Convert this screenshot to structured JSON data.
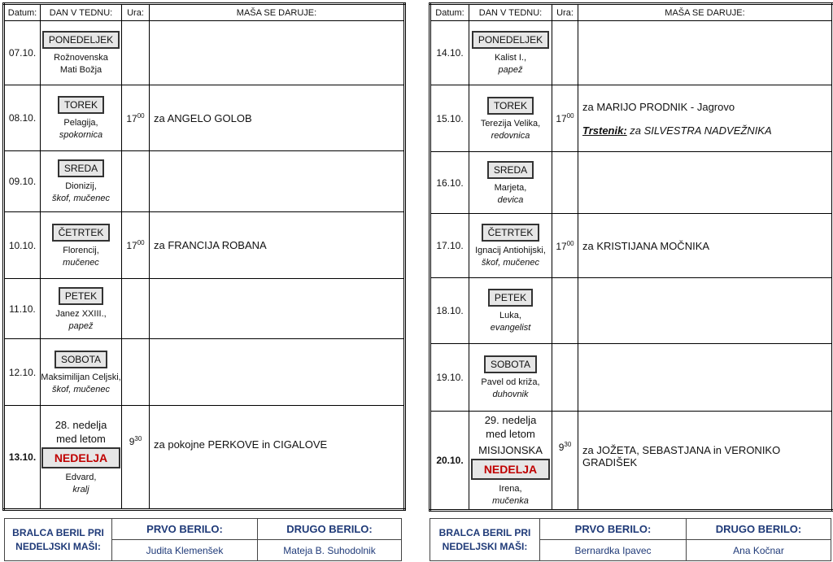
{
  "headers": {
    "date": "Datum:",
    "day": "DAN V TEDNU:",
    "time": "Ura:",
    "mass": "MAŠA SE DARUJE:"
  },
  "weeks": [
    {
      "rows": [
        {
          "date": "07.10.",
          "day": "PONEDELJEK",
          "saint": "Rožnovenska",
          "saint2": "Mati Božja",
          "saint2_italic": false,
          "time_h": "",
          "time_m": "",
          "mass": ""
        },
        {
          "date": "08.10.",
          "day": "TOREK",
          "saint": "Pelagija,",
          "saint2": "spokornica",
          "saint2_italic": true,
          "time_h": "17",
          "time_m": "00",
          "mass": "za ANGELO GOLOB"
        },
        {
          "date": "09.10.",
          "day": "SREDA",
          "saint": "Dionizij,",
          "saint2": "škof, mučenec",
          "saint2_italic": true,
          "time_h": "",
          "time_m": "",
          "mass": ""
        },
        {
          "date": "10.10.",
          "day": "ČETRTEK",
          "saint": "Florencij,",
          "saint2": "mučenec",
          "saint2_italic": true,
          "time_h": "17",
          "time_m": "00",
          "mass": "za FRANCIJA ROBANA"
        },
        {
          "date": "11.10.",
          "day": "PETEK",
          "saint": "Janez XXIII.,",
          "saint2": "papež",
          "saint2_italic": true,
          "time_h": "",
          "time_m": "",
          "mass": ""
        },
        {
          "date": "12.10.",
          "day": "SOBOTA",
          "saint": "Maksimilijan Celjski,",
          "saint2": "škof, mučenec",
          "saint2_italic": true,
          "time_h": "",
          "time_m": "",
          "mass": ""
        },
        {
          "date": "13.10.",
          "sunday": true,
          "week_label": "28. nedelja",
          "week_label2": "med letom",
          "day": "NEDELJA",
          "saint": "Edvard,",
          "saint2": "kralj",
          "saint2_italic": true,
          "time_h": "9",
          "time_m": "30",
          "mass": "za pokojne PERKOVE in CIGALOVE"
        }
      ],
      "readers": {
        "label1": "BRALCA BERIL PRI",
        "label2": "NEDELJSKI MAŠI:",
        "first_title": "PRVO BERILO:",
        "second_title": "DRUGO BERILO:",
        "first": "Judita Klemenšek",
        "second": "Mateja B. Suhodolnik"
      }
    },
    {
      "rows": [
        {
          "date": "14.10.",
          "day": "PONEDELJEK",
          "saint": "Kalist I.,",
          "saint2": "papež",
          "saint2_italic": true,
          "time_h": "",
          "time_m": "",
          "mass": ""
        },
        {
          "date": "15.10.",
          "day": "TOREK",
          "saint": "Terezija Velika,",
          "saint2": "redovnica",
          "saint2_italic": true,
          "time_h": "17",
          "time_m": "00",
          "mass": "za MARIJO PRODNIK - Jagrovo",
          "sub_place": "Trstenik:",
          "sub_mass": "za SILVESTRA NADVEŽNIKA"
        },
        {
          "date": "16.10.",
          "day": "SREDA",
          "saint": "Marjeta,",
          "saint2": "devica",
          "saint2_italic": true,
          "time_h": "",
          "time_m": "",
          "mass": ""
        },
        {
          "date": "17.10.",
          "day": "ČETRTEK",
          "saint": "Ignacij Antiohijski,",
          "saint2": "škof, mučenec",
          "saint2_italic": true,
          "time_h": "17",
          "time_m": "00",
          "mass": "za KRISTIJANA MOČNIKA"
        },
        {
          "date": "18.10.",
          "day": "PETEK",
          "saint": "Luka,",
          "saint2": "evangelist",
          "saint2_italic": true,
          "time_h": "",
          "time_m": "",
          "mass": ""
        },
        {
          "date": "19.10.",
          "day": "SOBOTA",
          "saint": "Pavel od križa,",
          "saint2": "duhovnik",
          "saint2_italic": true,
          "time_h": "",
          "time_m": "",
          "mass": ""
        },
        {
          "date": "20.10.",
          "sunday": true,
          "week_label": "29. nedelja",
          "week_label2": "med letom",
          "week_label3": "MISIJONSKA",
          "day": "NEDELJA",
          "saint": "Irena,",
          "saint2": "mučenka",
          "saint2_italic": true,
          "time_h": "9",
          "time_m": "30",
          "mass": "za JOŽETA, SEBASTJANA in VERONIKO GRADIŠEK"
        }
      ],
      "readers": {
        "label1": "BRALCA BERIL PRI",
        "label2": "NEDELJSKI MAŠI:",
        "first_title": "PRVO BERILO:",
        "second_title": "DRUGO BERILO:",
        "first": "Bernardka Ipavec",
        "second": "Ana Kočnar"
      }
    }
  ]
}
